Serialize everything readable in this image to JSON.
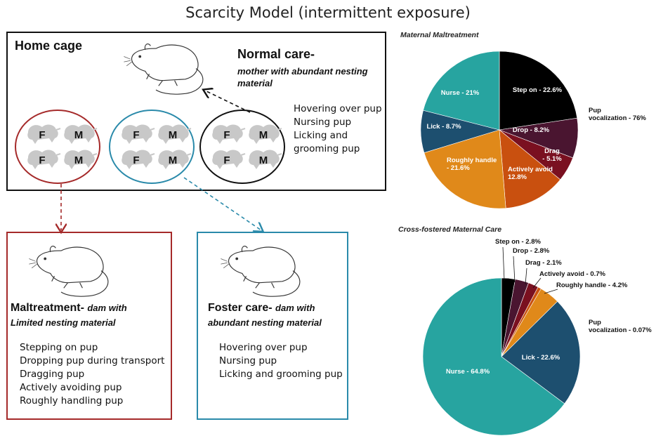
{
  "title": "Scarcity Model (intermittent exposure)",
  "home_cage": {
    "label": "Home cage",
    "normal_care_title": "Normal care-",
    "normal_care_sub": "mother with abundant nesting material",
    "behaviors": [
      "Hovering over pup",
      "Nursing pup",
      "Licking and",
      "grooming pup"
    ]
  },
  "litters": [
    {
      "pups": [
        "F",
        "M",
        "F",
        "M"
      ]
    },
    {
      "pups": [
        "F",
        "M",
        "F",
        "M"
      ]
    },
    {
      "pups": [
        "F",
        "M",
        "F",
        "M"
      ]
    }
  ],
  "maltreatment": {
    "title": "Maltreatment-",
    "sub1": "dam with",
    "sub2": "Limited nesting material",
    "behaviors": [
      "Stepping on pup",
      "Dropping pup during transport",
      "Dragging pup",
      "Actively avoiding pup",
      "Roughly handling pup"
    ]
  },
  "foster": {
    "title": "Foster care-",
    "sub1": "dam with",
    "sub2": "abundant nesting material",
    "behaviors": [
      "Hovering over pup",
      "Nursing pup",
      "Licking and grooming pup"
    ]
  },
  "colors": {
    "maltreatment": "#a52a2a",
    "foster": "#2a8aaa",
    "normal": "#111111"
  },
  "chart_data": [
    {
      "type": "pie",
      "title": "Maternal Maltreatment",
      "slices": [
        {
          "label": "Step on - 22.6%",
          "value": 22.6,
          "color": "#000000"
        },
        {
          "label": "Drop - 8.2%",
          "value": 8.2,
          "color": "#4a1530"
        },
        {
          "label": "Drag - 5.1%",
          "value": 5.1,
          "color": "#7a1020"
        },
        {
          "label": "Actively avoid- 12.8%",
          "value": 12.8,
          "color": "#c9500f"
        },
        {
          "label": "Roughly handle - 21.6%",
          "value": 21.6,
          "color": "#e0891a"
        },
        {
          "label": "Lick - 8.7%",
          "value": 8.7,
          "color": "#1d4f6f"
        },
        {
          "label": "Nurse - 21%",
          "value": 21,
          "color": "#27a4a0"
        }
      ],
      "annotation": "Pup vocalization - 76%"
    },
    {
      "type": "pie",
      "title": "Cross-fostered Maternal Care",
      "slices": [
        {
          "label": "Step on - 2.8%",
          "value": 2.8,
          "color": "#000000"
        },
        {
          "label": "Drop - 2.8%",
          "value": 2.8,
          "color": "#4a1530"
        },
        {
          "label": "Drag - 2.1%",
          "value": 2.1,
          "color": "#7a1020"
        },
        {
          "label": "Actively avoid - 0.7%",
          "value": 0.7,
          "color": "#c9500f"
        },
        {
          "label": "Roughly handle - 4.2%",
          "value": 4.2,
          "color": "#e0891a"
        },
        {
          "label": "Lick - 22.6%",
          "value": 22.6,
          "color": "#1d4f6f"
        },
        {
          "label": "Nurse - 64.8%",
          "value": 64.8,
          "color": "#27a4a0"
        }
      ],
      "annotation": "Pup vocalization - 0.07%"
    }
  ]
}
